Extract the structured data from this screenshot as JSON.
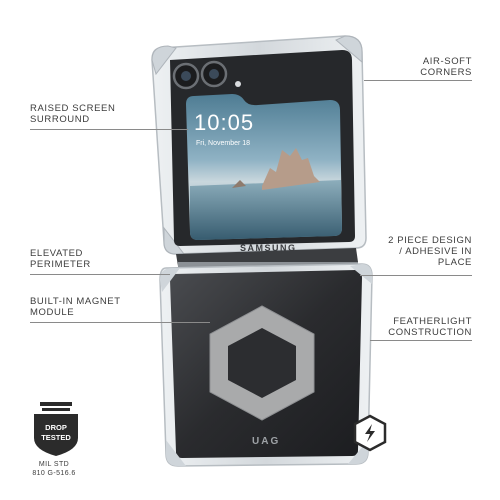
{
  "callouts": {
    "air_soft": "AIR-SOFT\nCORNERS",
    "raised_screen": "RAISED SCREEN\nSURROUND",
    "elevated": "ELEVATED\nPERIMETER",
    "two_piece": "2 PIECE DESIGN\n/ ADHESIVE IN\nPLACE",
    "magnet": "BUILT-IN MAGNET\nMODULE",
    "featherlight": "FEATHERLIGHT\nCONSTRUCTION"
  },
  "phone": {
    "time": "10:05",
    "date": "Fri, November 18",
    "brand": "SAMSUNG",
    "case_logo": "UAG"
  },
  "badge": {
    "line1": "DROP",
    "line2": "TESTED",
    "mil": "MIL STD\n810 G-516.6",
    "icon": "shield-icon"
  },
  "charge_icon": "wireless-charging-icon",
  "colors": {
    "accent_silver": "#a9aaab",
    "case_dark": "#2a2b2d",
    "text": "#3c3c3c"
  }
}
